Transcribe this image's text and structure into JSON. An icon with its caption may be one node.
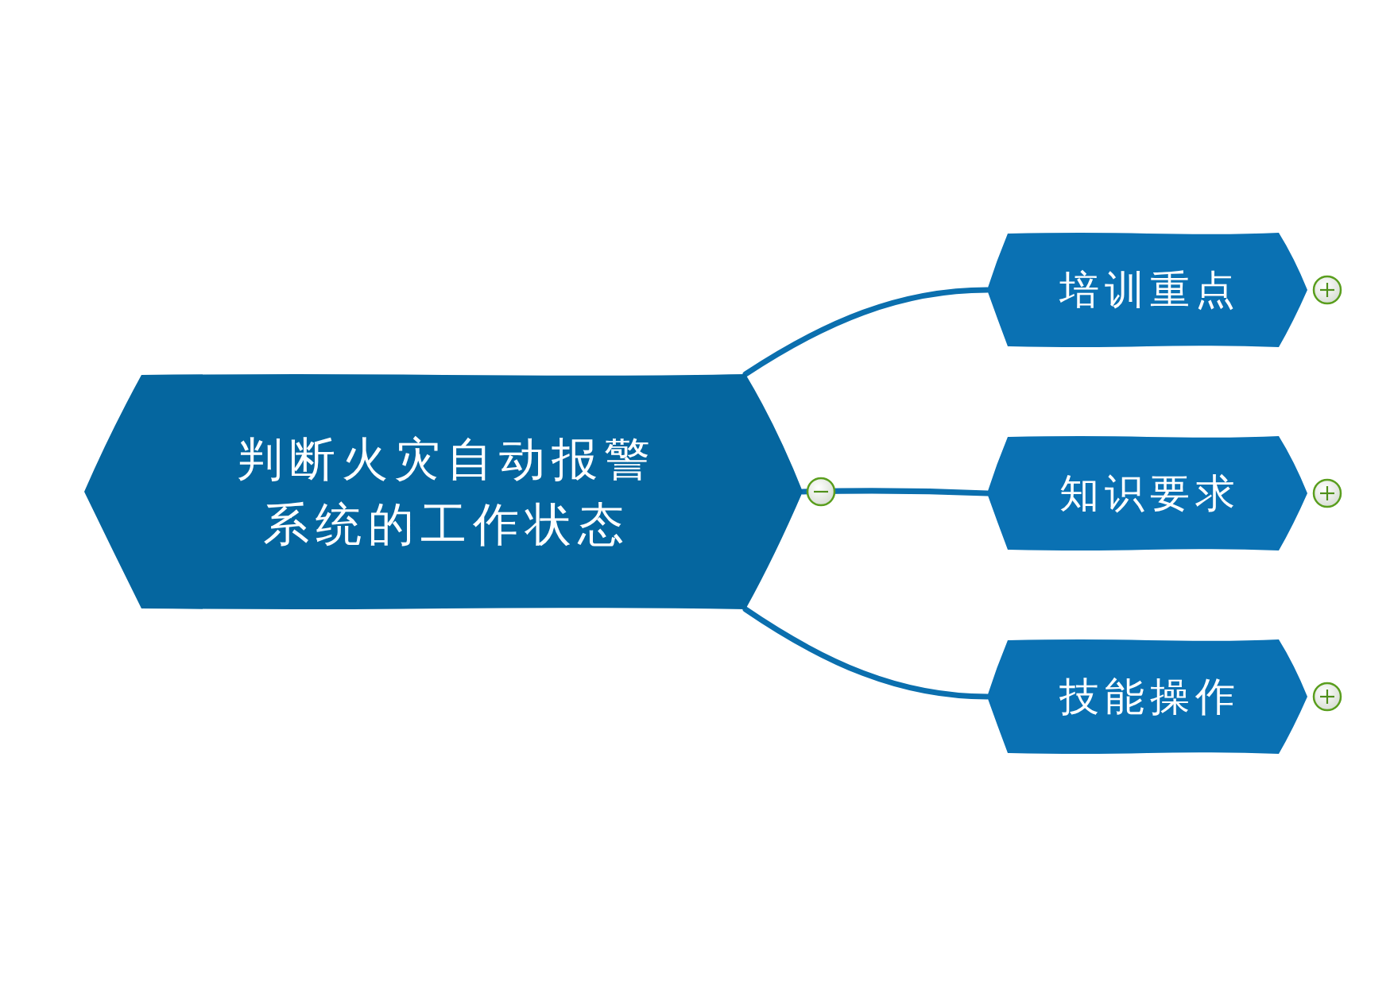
{
  "diagram": {
    "nodes": [
      {
        "text": [
          "判断火灾自动报警系统的工作状态"
        ]
      },
      {
        "text": [
          "培训重点"
        ]
      },
      {
        "text": [
          "知识要求"
        ]
      },
      {
        "text": [
          "技能操作"
        ]
      }
    ],
    "edges": [
      {
        "from": 0,
        "to": 1,
        "arrow": "none"
      },
      {
        "from": 0,
        "to": 2,
        "arrow": "none"
      },
      {
        "from": 0,
        "to": 3,
        "arrow": "none"
      }
    ]
  }
}
